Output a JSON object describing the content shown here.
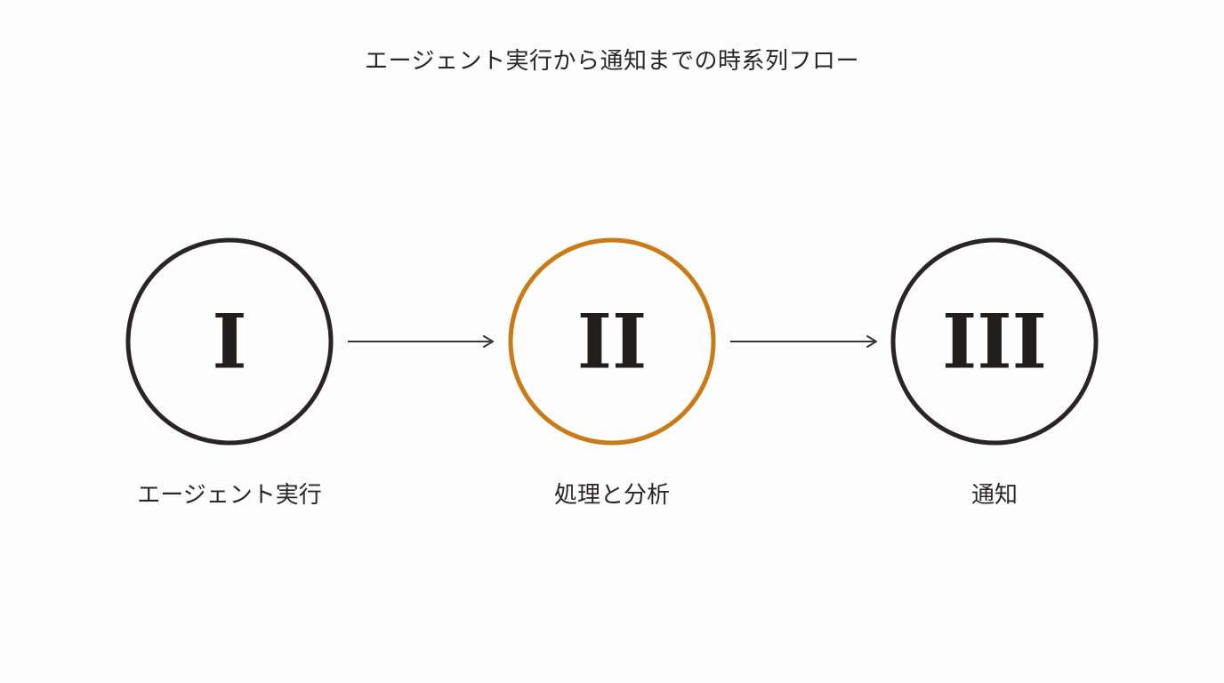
{
  "title": "エージェント実行から通知までの時系列フロー",
  "colors": {
    "default_stroke": "#2a2522",
    "highlight_stroke": "#c97b15",
    "arrow": "#3a3634",
    "background": "#fdfdfd"
  },
  "steps": [
    {
      "numeral": "I",
      "label": "エージェント実行",
      "highlighted": false
    },
    {
      "numeral": "II",
      "label": "処理と分析",
      "highlighted": true
    },
    {
      "numeral": "III",
      "label": "通知",
      "highlighted": false
    }
  ],
  "connectors": [
    {
      "from": 0,
      "to": 1,
      "icon": "arrow-right-icon"
    },
    {
      "from": 1,
      "to": 2,
      "icon": "arrow-right-icon"
    }
  ]
}
